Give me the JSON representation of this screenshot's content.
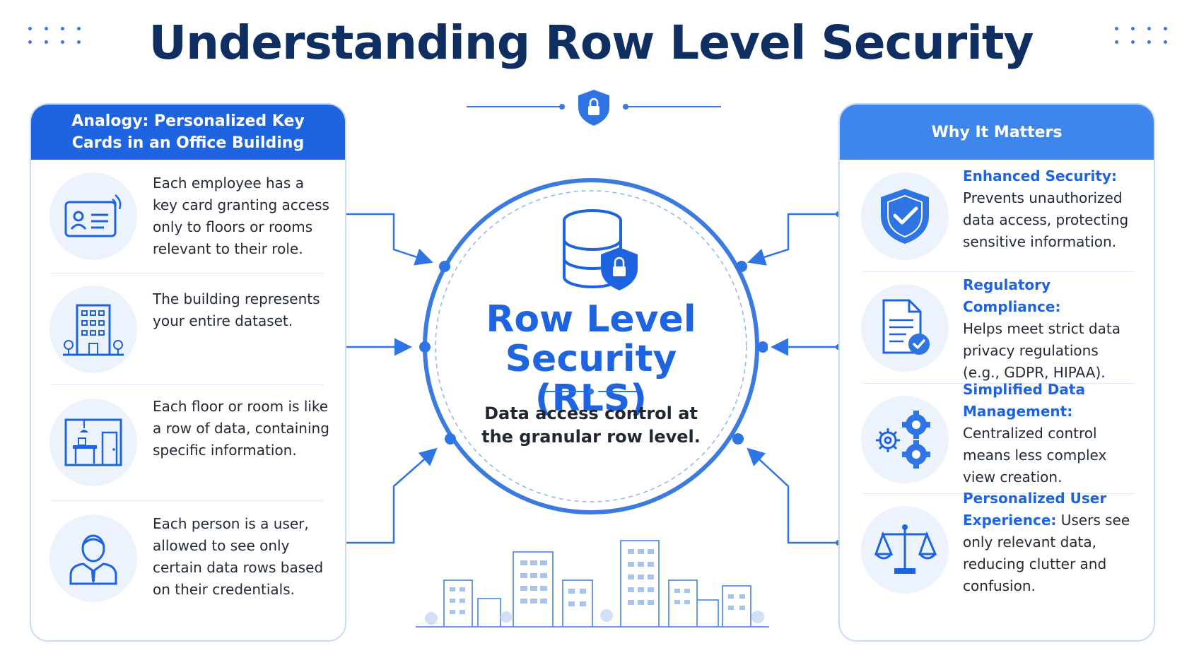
{
  "title": "Understanding Row Level Security",
  "left_panel": {
    "header": "Analogy: Personalized Key Cards in an Office Building",
    "items": [
      {
        "icon": "id-card-icon",
        "text": "Each employee has a key card granting access only to floors or rooms relevant to their role."
      },
      {
        "icon": "office-building-icon",
        "text": "The building represents your entire dataset."
      },
      {
        "icon": "room-icon",
        "text": "Each floor or room is like a row of data, containing specific information."
      },
      {
        "icon": "person-icon",
        "text": "Each person is a user, allowed to see only certain data rows based on their credentials."
      }
    ]
  },
  "center": {
    "title": "Row Level Security (RLS)",
    "subtitle": "Data access control at the granular row level.",
    "icon": "database-lock-icon"
  },
  "right_panel": {
    "header": "Why It Matters",
    "items": [
      {
        "icon": "shield-check-icon",
        "title": "Enhanced Security:",
        "text": "Prevents unauthorized data access, protecting sensitive information."
      },
      {
        "icon": "document-check-icon",
        "title": "Regulatory Compliance:",
        "text": "Helps meet strict data privacy regulations (e.g., GDPR, HIPAA)."
      },
      {
        "icon": "gears-icon",
        "title": "Simplified Data Management:",
        "text": "Centralized control means less complex view creation."
      },
      {
        "icon": "scales-icon",
        "title": "Personalized User Experience:",
        "text": "Users see only relevant data, reducing clutter and confusion."
      }
    ]
  },
  "colors": {
    "accent": "#1e64e0",
    "navy": "#0f2f63",
    "light": "#edf3fd"
  }
}
